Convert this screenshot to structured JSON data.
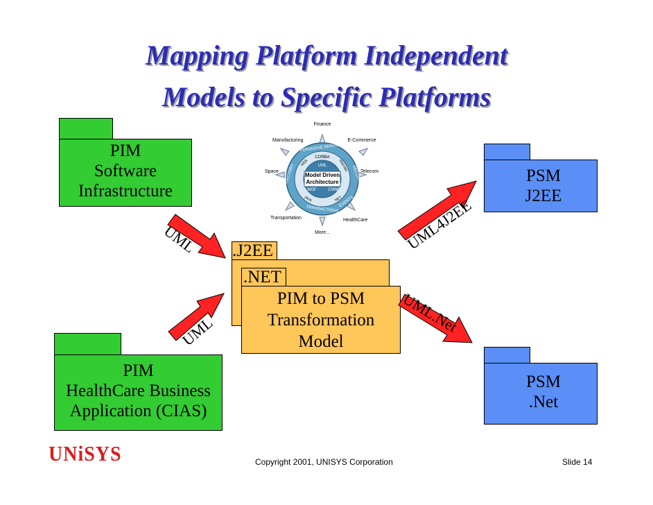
{
  "slide": {
    "title_line1": "Mapping Platform Independent",
    "title_line2": "Models to Specific Platforms"
  },
  "pim_software": {
    "line1": "PIM",
    "line2": "Software",
    "line3": "Infrastructure"
  },
  "pim_health": {
    "line1": "PIM",
    "line2": "HealthCare Business",
    "line3": "Application (CIAS)"
  },
  "psm_j2ee": {
    "line1": "PSM",
    "line2": "J2EE"
  },
  "psm_net": {
    "line1": "PSM",
    "line2": ".Net"
  },
  "transform": {
    "tab_j2ee": ".J2EE",
    "tab_net": ".NET",
    "line1": "PIM to PSM",
    "line2": "Transformation",
    "line3": "Model"
  },
  "arrows": {
    "uml_top": "UML",
    "uml_bottom": "UML",
    "uml_j2ee": "UML4J2EE",
    "uml_net": "UML.Net"
  },
  "mda": {
    "center_line1": "Model Driven",
    "center_line2": "Architecture",
    "ring_top": "PERVASIVE SERVICES",
    "ring_bottom": "TRANSACTIONS",
    "ring_right": "SECURITY",
    "ring_left": "DIRECTORY",
    "ring_br": "EVENTS",
    "inner_top": "CORBA",
    "inner_uml": "UML",
    "inner_java": "JAVA",
    "inner_net": "NET",
    "inner_xml": "XMI/XML",
    "inner_web": "WEB",
    "inner_mof": "MOF",
    "inner_cwm": "CWM",
    "spokes": [
      "Finance",
      "E-Commerce",
      "Telecom",
      "HealthCare",
      "More...",
      "Transportation",
      "Space",
      "Manufacturing"
    ]
  },
  "footer": {
    "logo": "UNiSYS",
    "copyright": "Copyright 2001,  UNISYS Corporation",
    "slide_no": "Slide 14"
  },
  "colors": {
    "title": "#2c2cb4",
    "pim": "#33cc33",
    "psm": "#5b8ff7",
    "transform": "#ffc65a",
    "arrow": "#ff2222",
    "logo": "#d91e1e"
  }
}
